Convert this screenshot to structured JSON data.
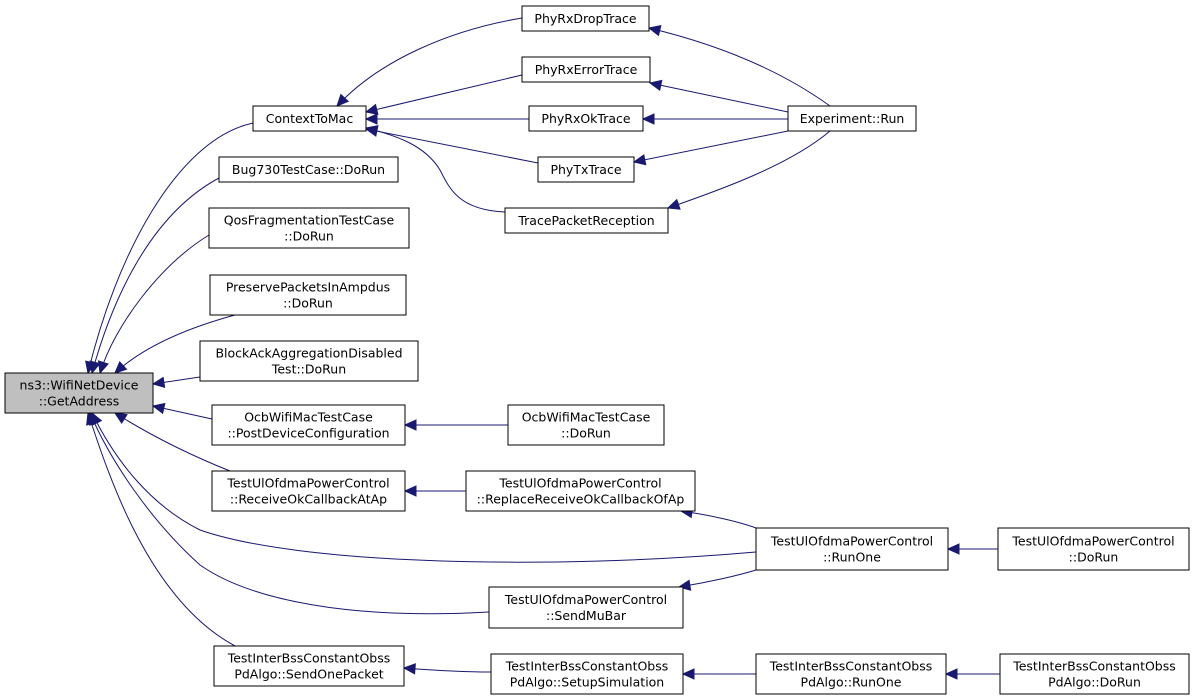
{
  "graph": {
    "nodes": [
      {
        "id": "n0",
        "lines": [
          "ns3::WifiNetDevice",
          "::GetAddress"
        ],
        "root": true
      },
      {
        "id": "n1",
        "lines": [
          "ContextToMac"
        ]
      },
      {
        "id": "n2",
        "lines": [
          "Bug730TestCase::DoRun"
        ]
      },
      {
        "id": "n3",
        "lines": [
          "QosFragmentationTestCase",
          "::DoRun"
        ]
      },
      {
        "id": "n4",
        "lines": [
          "PreservePacketsInAmpdus",
          "::DoRun"
        ]
      },
      {
        "id": "n5",
        "lines": [
          "BlockAckAggregationDisabled",
          "Test::DoRun"
        ]
      },
      {
        "id": "n6",
        "lines": [
          "OcbWifiMacTestCase",
          "::PostDeviceConfiguration"
        ]
      },
      {
        "id": "n7",
        "lines": [
          "TestUlOfdmaPowerControl",
          "::ReceiveOkCallbackAtAp"
        ]
      },
      {
        "id": "n8",
        "lines": [
          "TestInterBssConstantObss",
          "PdAlgo::SendOnePacket"
        ]
      },
      {
        "id": "n9",
        "lines": [
          "PhyRxDropTrace"
        ]
      },
      {
        "id": "n10",
        "lines": [
          "PhyRxErrorTrace"
        ]
      },
      {
        "id": "n11",
        "lines": [
          "PhyRxOkTrace"
        ]
      },
      {
        "id": "n12",
        "lines": [
          "PhyTxTrace"
        ]
      },
      {
        "id": "n13",
        "lines": [
          "TracePacketReception"
        ]
      },
      {
        "id": "n14",
        "lines": [
          "Experiment::Run"
        ]
      },
      {
        "id": "n15",
        "lines": [
          "OcbWifiMacTestCase",
          "::DoRun"
        ]
      },
      {
        "id": "n16",
        "lines": [
          "TestUlOfdmaPowerControl",
          "::ReplaceReceiveOkCallbackOfAp"
        ]
      },
      {
        "id": "n17",
        "lines": [
          "TestUlOfdmaPowerControl",
          "::RunOne"
        ]
      },
      {
        "id": "n18",
        "lines": [
          "TestUlOfdmaPowerControl",
          "::DoRun"
        ]
      },
      {
        "id": "n19",
        "lines": [
          "TestUlOfdmaPowerControl",
          "::SendMuBar"
        ]
      },
      {
        "id": "n20",
        "lines": [
          "TestInterBssConstantObss",
          "PdAlgo::SetupSimulation"
        ]
      },
      {
        "id": "n21",
        "lines": [
          "TestInterBssConstantObss",
          "PdAlgo::RunOne"
        ]
      },
      {
        "id": "n22",
        "lines": [
          "TestInterBssConstantObss",
          "PdAlgo::DoRun"
        ]
      }
    ],
    "edges": [
      {
        "from": "n1",
        "to": "n0"
      },
      {
        "from": "n2",
        "to": "n0"
      },
      {
        "from": "n3",
        "to": "n0"
      },
      {
        "from": "n4",
        "to": "n0"
      },
      {
        "from": "n5",
        "to": "n0"
      },
      {
        "from": "n6",
        "to": "n0"
      },
      {
        "from": "n7",
        "to": "n0"
      },
      {
        "from": "n17",
        "to": "n0"
      },
      {
        "from": "n19",
        "to": "n0"
      },
      {
        "from": "n8",
        "to": "n0"
      },
      {
        "from": "n9",
        "to": "n1"
      },
      {
        "from": "n10",
        "to": "n1"
      },
      {
        "from": "n11",
        "to": "n1"
      },
      {
        "from": "n12",
        "to": "n1"
      },
      {
        "from": "n13",
        "to": "n1"
      },
      {
        "from": "n14",
        "to": "n9"
      },
      {
        "from": "n14",
        "to": "n10"
      },
      {
        "from": "n14",
        "to": "n11"
      },
      {
        "from": "n14",
        "to": "n12"
      },
      {
        "from": "n14",
        "to": "n13"
      },
      {
        "from": "n15",
        "to": "n6"
      },
      {
        "from": "n16",
        "to": "n7"
      },
      {
        "from": "n17",
        "to": "n16"
      },
      {
        "from": "n17",
        "to": "n19"
      },
      {
        "from": "n18",
        "to": "n17"
      },
      {
        "from": "n20",
        "to": "n8"
      },
      {
        "from": "n21",
        "to": "n20"
      },
      {
        "from": "n22",
        "to": "n21"
      }
    ]
  },
  "colors": {
    "edge": "#191970",
    "root_fill": "#bfbfbf",
    "node_fill": "#ffffff",
    "node_stroke": "#000000"
  }
}
